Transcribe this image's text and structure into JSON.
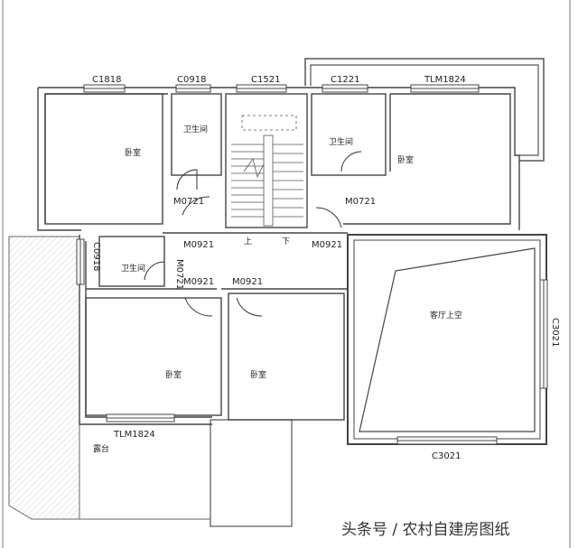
{
  "windows": {
    "c1818": "C1818",
    "c0918_top": "C0918",
    "c1521": "C1521",
    "c1221": "C1221",
    "tlm1824_top": "TLM1824",
    "c0918_left": "C0918",
    "c3021_right": "C3021",
    "c3021_bottom": "C3021",
    "tlm1824_bottom": "TLM1824"
  },
  "doors": {
    "m0721_left": "M0721",
    "m0721_right": "M0721",
    "m0921_a": "M0921",
    "m0921_b": "M0921",
    "m0921_c": "M0921",
    "m0921_d": "M0921",
    "m0721_vertical": "M0721"
  },
  "rooms": {
    "bedroom_top_left": "卧室",
    "bathroom_top_left": "卫生间",
    "bathroom_top_right": "卫生间",
    "bedroom_top_right": "卧室",
    "bathroom_left": "卫生间",
    "living_above": "客厅上空",
    "bedroom_bottom_left": "卧室",
    "bedroom_bottom_mid": "卧室",
    "terrace": "露台"
  },
  "stairs": {
    "up": "上",
    "down": "下"
  },
  "watermark": "头条号 / 农村自建房图纸"
}
